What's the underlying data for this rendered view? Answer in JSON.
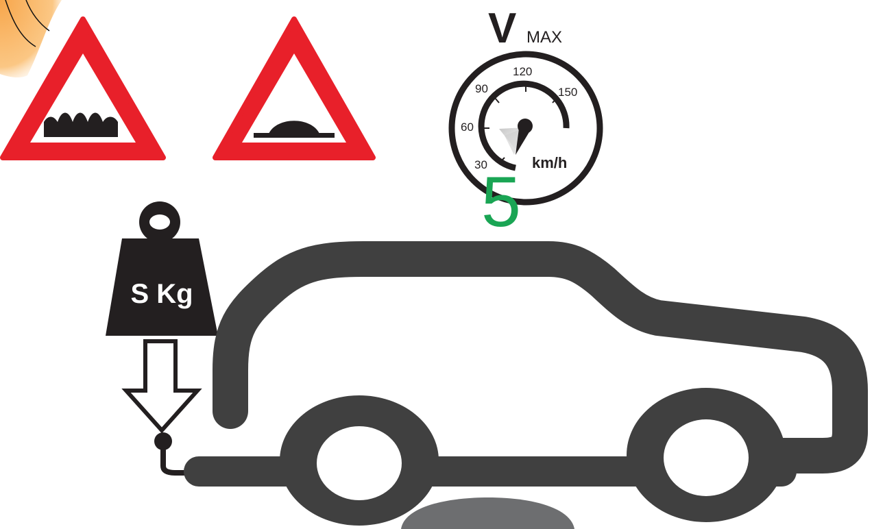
{
  "speed": {
    "vmax_letter": "V",
    "vmax_sub": "MAX",
    "scale_labels": [
      "30",
      "60",
      "90",
      "120",
      "150"
    ],
    "unit": "km/h",
    "value": "5",
    "value_color": "#1aa554"
  },
  "weight": {
    "label": "S Kg"
  },
  "colors": {
    "sign_red": "#e8202a",
    "car_gray": "#3f3f3f",
    "glow_orange": "#f7a64b",
    "puddle": "#6d6e70"
  },
  "icons": [
    "uneven-road-sign-icon",
    "speed-bump-sign-icon",
    "speedometer-icon",
    "weight-icon",
    "down-arrow-icon",
    "car-icon"
  ]
}
